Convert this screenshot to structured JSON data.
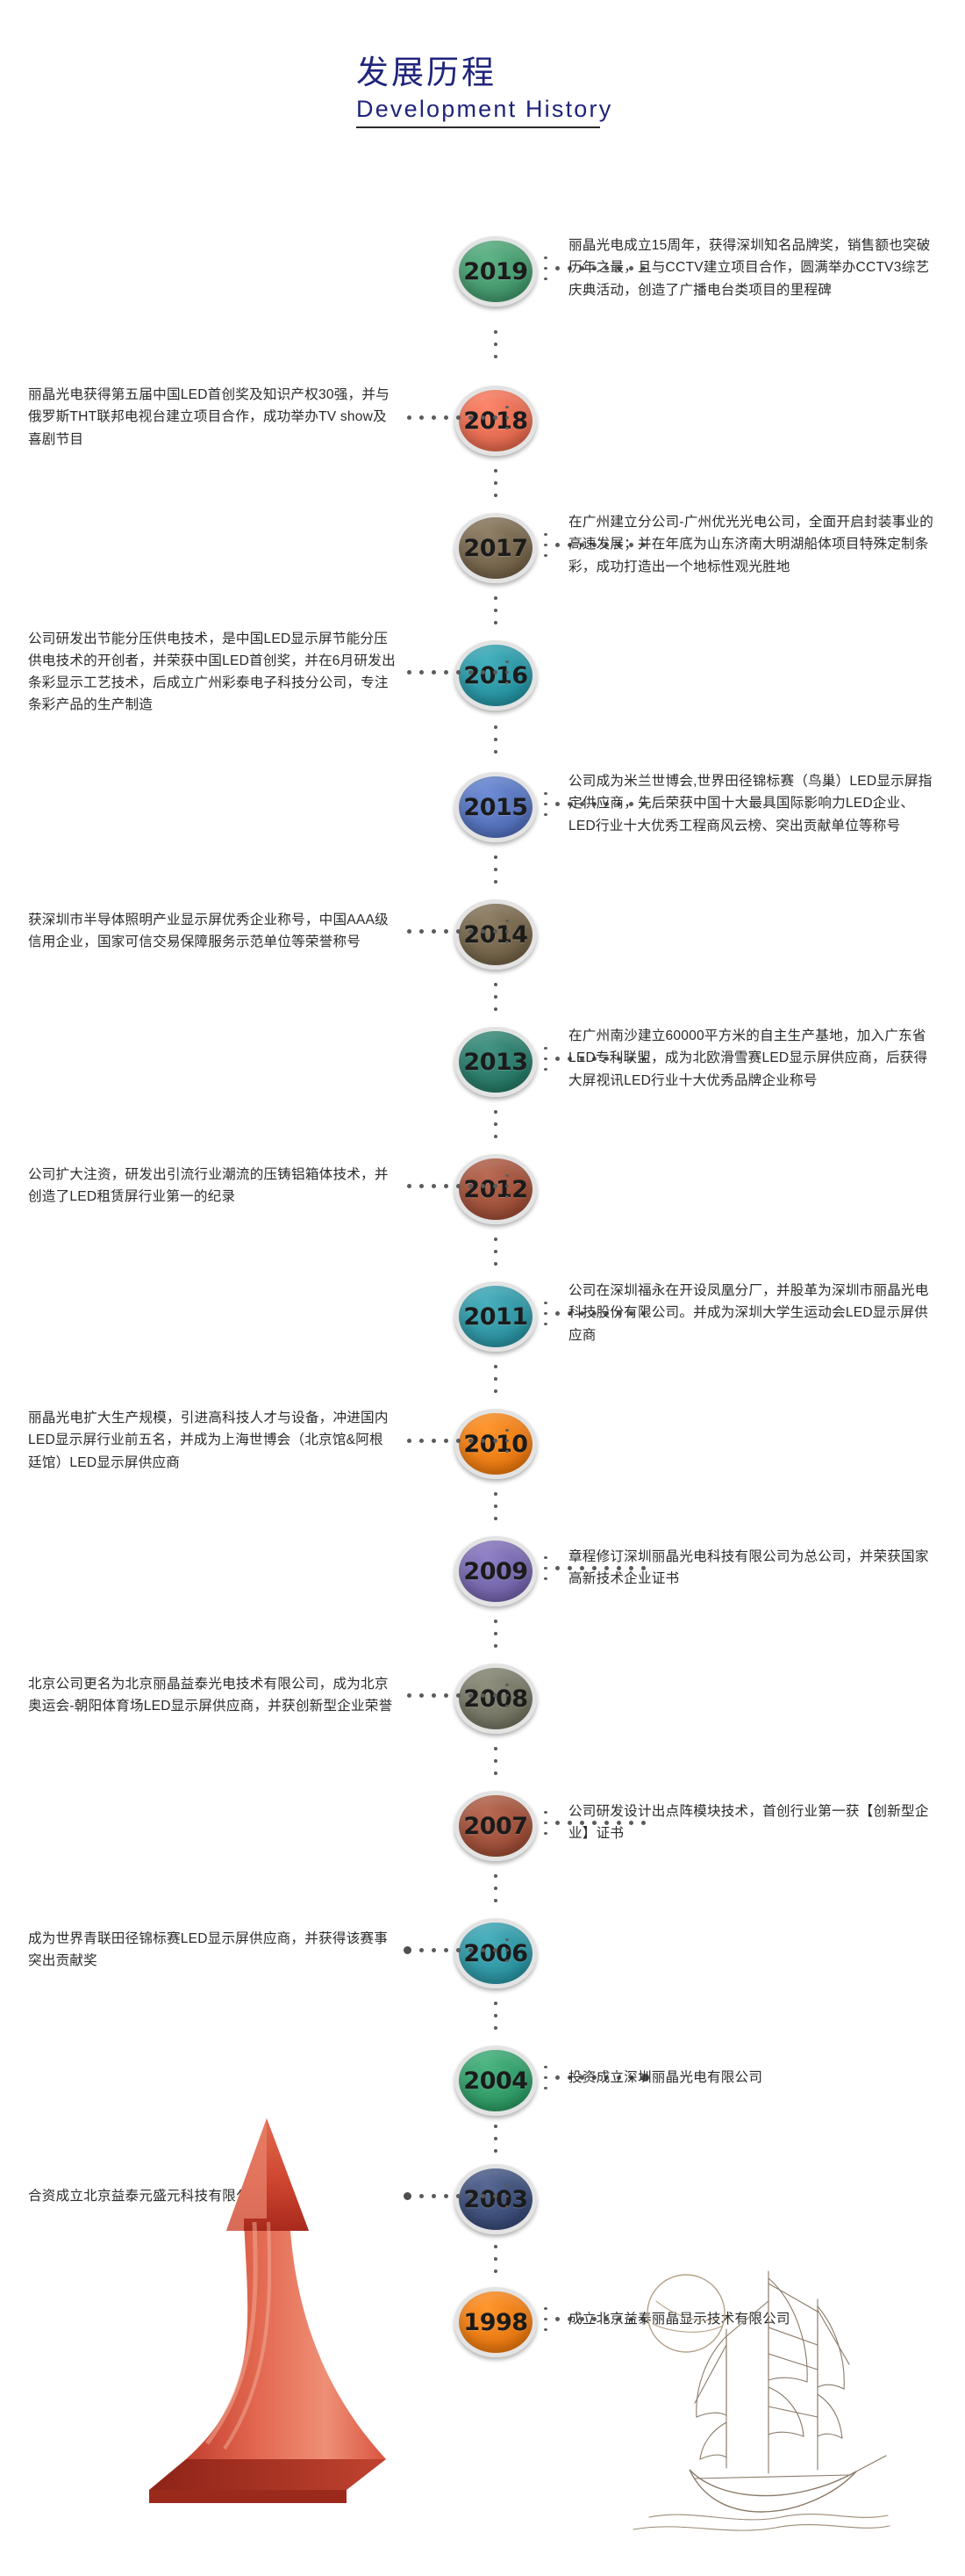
{
  "header": {
    "title_cn": "发展历程",
    "title_en": "Development History"
  },
  "timeline": {
    "events": [
      {
        "year": "2019",
        "color": "#4a9e72",
        "side": "right",
        "text": "丽晶光电成立15周年，获得深圳知名品牌奖，销售额也突破历年之最，且与CCTV建立项目合作，圆满举办CCTV3综艺庆典活动，创造了广播电台类项目的里程碑"
      },
      {
        "year": "2018",
        "color": "#e87055",
        "side": "left",
        "text": "丽晶光电获得第五届中国LED首创奖及知识产权30强，并与俄罗斯THT联邦电视台建立项目合作，成功举办TV show及喜剧节目"
      },
      {
        "year": "2017",
        "color": "#7a6a51",
        "side": "right",
        "text": "在广州建立分公司-广州优光光电公司，全面开启封装事业的高速发展；并在年底为山东济南大明湖船体项目特殊定制条彩，成功打造出一个地标性观光胜地"
      },
      {
        "year": "2016",
        "color": "#2e9aa8",
        "side": "left",
        "text": "公司研发出节能分压供电技术，是中国LED显示屏节能分压供电技术的开创者，并荣获中国LED首创奖，并在6月研发出条彩显示工艺技术，后成立广州彩泰电子科技分公司，专注条彩产品的生产制造"
      },
      {
        "year": "2015",
        "color": "#5a77c0",
        "side": "right",
        "text": "公司成为米兰世博会,世界田径锦标赛（鸟巢）LED显示屏指定供应商，先后荣获中国十大最具国际影响力LED企业、LED行业十大优秀工程商风云榜、突出贡献单位等称号"
      },
      {
        "year": "2014",
        "color": "#79694f",
        "side": "left",
        "text": "获深圳市半导体照明产业显示屏优秀企业称号，中国AAA级信用企业，国家可信交易保障服务示范单位等荣誉称号"
      },
      {
        "year": "2013",
        "color": "#2f7f6e",
        "side": "right",
        "text": "在广州南沙建立60000平方米的自主生产基地，加入广东省LED专利联盟，成为北欧滑雪赛LED显示屏供应商，后获得大屏视讯LED行业十大优秀品牌企业称号"
      },
      {
        "year": "2012",
        "color": "#a3553f",
        "side": "left",
        "text": "公司扩大注资，研发出引流行业潮流的压铸铝箱体技术，并创造了LED租赁屏行业第一的纪录"
      },
      {
        "year": "2011",
        "color": "#349aa8",
        "side": "right",
        "text": "公司在深圳福永在开设凤凰分厂，并股革为深圳市丽晶光电科技股份有限公司。并成为深圳大学生运动会LED显示屏供应商"
      },
      {
        "year": "2010",
        "color": "#ef8018",
        "side": "left",
        "text": "丽晶光电扩大生产规模，引进高科技人才与设备，冲进国内LED显示屏行业前五名，并成为上海世博会（北京馆&阿根廷馆）LED显示屏供应商"
      },
      {
        "year": "2009",
        "color": "#7a6bb0",
        "side": "right",
        "text": "章程修订深圳丽晶光电科技有限公司为总公司，并荣获国家高新技术企业证书"
      },
      {
        "year": "2008",
        "color": "#7a7a69",
        "side": "left",
        "text": "北京公司更名为北京丽晶益泰光电技术有限公司，成为北京奥运会-朝阳体育场LED显示屏供应商，并获创新型企业荣誉"
      },
      {
        "year": "2007",
        "color": "#a3553f",
        "side": "right",
        "text": "公司研发设计出点阵模块技术，首创行业第一获【创新型企业】证书"
      },
      {
        "year": "2006",
        "color": "#349aa8",
        "side": "left",
        "text": "成为世界青联田径锦标赛LED显示屏供应商，并获得该赛事突出贡献奖"
      },
      {
        "year": "2004",
        "color": "#36a06c",
        "side": "right",
        "text": "投资成立深圳丽晶光电有限公司"
      },
      {
        "year": "2003",
        "color": "#41527d",
        "side": "left",
        "text": "合资成立北京益泰元盛元科技有限公司"
      },
      {
        "year": "1998",
        "color": "#ef8018",
        "side": "right",
        "text": "成立北京益泰丽晶显示技术有限公司"
      }
    ]
  },
  "decor": {
    "arrow_label": "growth-arrow",
    "ship_label": "sailing-ship"
  }
}
